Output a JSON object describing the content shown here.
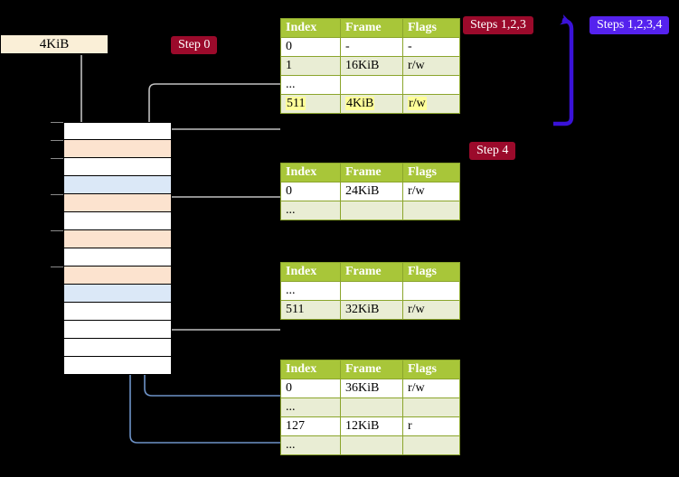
{
  "diagram": {
    "title_context": "multi-level page table walk",
    "page_box": {
      "label": "4KiB"
    },
    "badges": {
      "step0": "Step 0",
      "steps123": "Steps 1,2,3",
      "steps1234": "Steps 1,2,3,4",
      "step4": "Step 4"
    },
    "colors": {
      "background": "#000000",
      "table_header": "#A8C639",
      "table_row_tint": "#E9EDD4",
      "highlight": "#FFFF99",
      "badge_red": "#9B0A2B",
      "badge_blue": "#5522EE",
      "page_box_fill": "#FAEFD7",
      "memory_peach": "#FCE3CF",
      "memory_blue": "#DBE8F7",
      "wire_gray": "#B3B3B3",
      "wire_blue": "#6E93C8",
      "arrow_blue": "#3F66A8"
    },
    "memory_column": {
      "rows": [
        {
          "fill": "white"
        },
        {
          "fill": "peach"
        },
        {
          "fill": "white"
        },
        {
          "fill": "blue"
        },
        {
          "fill": "peach"
        },
        {
          "fill": "white"
        },
        {
          "fill": "peach"
        },
        {
          "fill": "white"
        },
        {
          "fill": "peach"
        },
        {
          "fill": "blue"
        },
        {
          "fill": "white"
        },
        {
          "fill": "white"
        },
        {
          "fill": "white"
        },
        {
          "fill": "white"
        }
      ]
    },
    "tables": [
      {
        "id": "l4",
        "columns": [
          "Index",
          "Frame",
          "Flags"
        ],
        "rows": [
          {
            "cells": [
              "0",
              "-",
              "-"
            ],
            "tint": false,
            "highlight": false
          },
          {
            "cells": [
              "1",
              "16KiB",
              "r/w"
            ],
            "tint": true,
            "highlight": false
          },
          {
            "cells": [
              "...",
              "",
              ""
            ],
            "tint": false,
            "highlight": false
          },
          {
            "cells": [
              "511",
              "4KiB",
              "r/w"
            ],
            "tint": true,
            "highlight": true
          }
        ]
      },
      {
        "id": "l3",
        "columns": [
          "Index",
          "Frame",
          "Flags"
        ],
        "rows": [
          {
            "cells": [
              "0",
              "24KiB",
              "r/w"
            ],
            "tint": false,
            "highlight": false
          },
          {
            "cells": [
              "...",
              "",
              ""
            ],
            "tint": true,
            "highlight": false
          }
        ]
      },
      {
        "id": "l2",
        "columns": [
          "Index",
          "Frame",
          "Flags"
        ],
        "rows": [
          {
            "cells": [
              "...",
              "",
              ""
            ],
            "tint": false,
            "highlight": false
          },
          {
            "cells": [
              "511",
              "32KiB",
              "r/w"
            ],
            "tint": true,
            "highlight": false
          }
        ]
      },
      {
        "id": "l1",
        "columns": [
          "Index",
          "Frame",
          "Flags"
        ],
        "rows": [
          {
            "cells": [
              "0",
              "36KiB",
              "r/w"
            ],
            "tint": false,
            "highlight": false
          },
          {
            "cells": [
              "...",
              "",
              ""
            ],
            "tint": true,
            "highlight": false
          },
          {
            "cells": [
              "127",
              "12KiB",
              "r"
            ],
            "tint": false,
            "highlight": false
          },
          {
            "cells": [
              "...",
              "",
              ""
            ],
            "tint": true,
            "highlight": false
          }
        ]
      }
    ]
  }
}
